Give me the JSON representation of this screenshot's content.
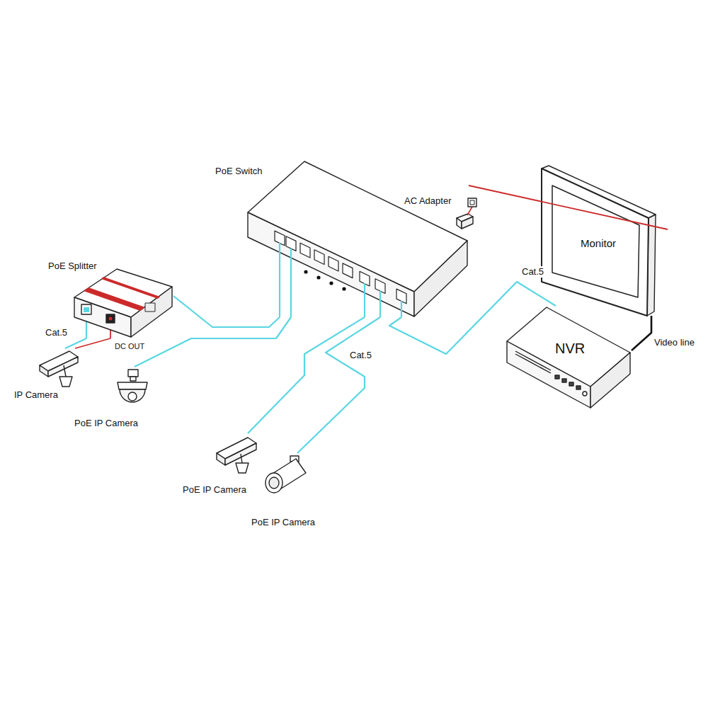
{
  "diagram": {
    "nodes": [
      {
        "text": [
          "PoE Switch"
        ]
      },
      {
        "text": [
          "AC Adapter"
        ]
      },
      {
        "text": [
          "PoE Splitter"
        ]
      },
      {
        "text": [
          "IP Camera"
        ]
      },
      {
        "text": [
          "PoE IP Camera"
        ]
      },
      {
        "text": [
          "PoE IP Camera"
        ]
      },
      {
        "text": [
          "PoE IP Camera"
        ]
      },
      {
        "text": [
          "NVR"
        ]
      },
      {
        "text": [
          "Monitor"
        ]
      }
    ],
    "edges": [
      {
        "from": 1,
        "to": 0,
        "arrow": "none"
      },
      {
        "from": 0,
        "to": 2,
        "arrow": "none"
      },
      {
        "from": 2,
        "to": 3,
        "label": "Cat.5",
        "arrow": "none"
      },
      {
        "from": 2,
        "to": 3,
        "arrow": "none"
      },
      {
        "from": 0,
        "to": 4,
        "arrow": "none"
      },
      {
        "from": 0,
        "to": 5,
        "arrow": "none"
      },
      {
        "from": 0,
        "to": 6,
        "label": "Cat.5",
        "arrow": "none"
      },
      {
        "from": 0,
        "to": 7,
        "label": "Cat.5",
        "arrow": "none"
      },
      {
        "from": 8,
        "to": 7,
        "label": "Video line",
        "arrow": "none"
      }
    ],
    "labels": [
      "DC OUT"
    ]
  }
}
